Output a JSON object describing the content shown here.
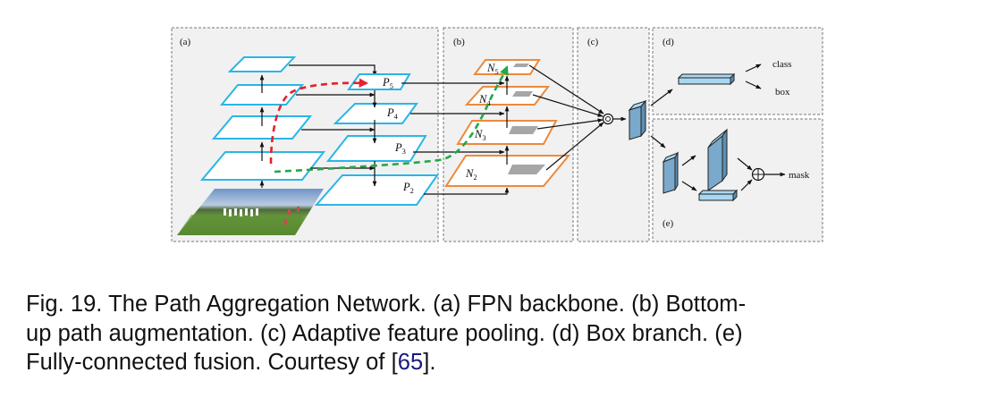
{
  "figure": {
    "panels": {
      "a": {
        "label": "(a)"
      },
      "b": {
        "label": "(b)"
      },
      "c": {
        "label": "(c)"
      },
      "d": {
        "label": "(d)"
      },
      "e": {
        "label": "(e)"
      }
    },
    "fpn_levels": [
      {
        "name": "P",
        "sub": "5"
      },
      {
        "name": "P",
        "sub": "4"
      },
      {
        "name": "P",
        "sub": "3"
      },
      {
        "name": "P",
        "sub": "2"
      }
    ],
    "bottom_up_levels": [
      {
        "name": "N",
        "sub": "5"
      },
      {
        "name": "N",
        "sub": "4"
      },
      {
        "name": "N",
        "sub": "3"
      },
      {
        "name": "N",
        "sub": "2"
      }
    ],
    "outputs": {
      "class": "class",
      "box": "box",
      "mask": "mask"
    },
    "colors": {
      "panel_bg": "#f1f1f1",
      "fpn_border": "#29b6e8",
      "bottom_up_border": "#ec8a3c",
      "red_path": "#e8202a",
      "green_path": "#21a84a",
      "block_fill": "#7aa9cc",
      "block_light": "#a9d7f2",
      "roi_gray": "#a6a6a6"
    }
  },
  "caption": {
    "line1": "Fig. 19. The Path Aggregation Network. (a) FPN backbone. (b) Bottom-",
    "line2": "up path augmentation. (c) Adaptive feature pooling. (d) Box branch. (e)",
    "line3_pre": "Fully-connected fusion. Courtesy of [",
    "line3_ref": "65",
    "line3_post": "]."
  }
}
